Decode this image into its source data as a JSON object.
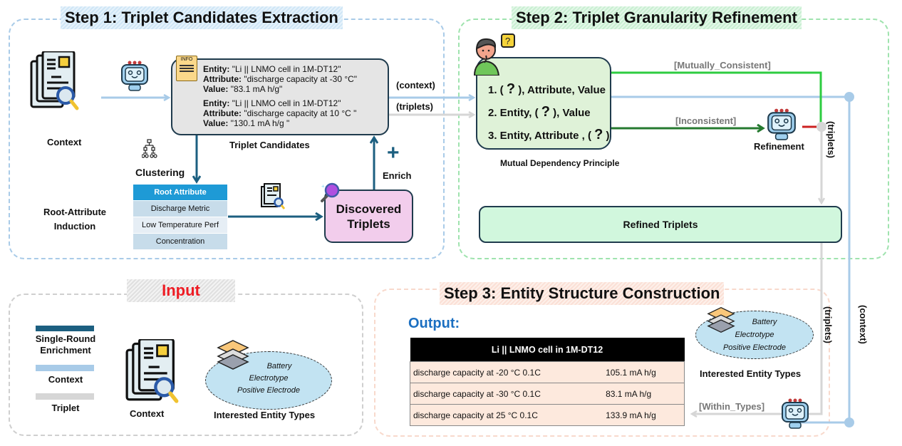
{
  "step1": {
    "title": "Step 1: Triplet Candidates Extraction",
    "context_label": "Context",
    "candidates_label": "Triplet Candidates",
    "info_badge": "INFO",
    "candidates": [
      {
        "entity_key": "Entity:",
        "entity": "\"Li || LNMO cell in 1M-DT12\"",
        "attribute_key": "Attribute:",
        "attribute": "\"discharge capacity at -30 °C\"",
        "value_key": "Value:",
        "value": "\"83.1 mA h/g\""
      },
      {
        "entity_key": "Entity:",
        "entity": "\"Li || LNMO cell in 1M-DT12\"",
        "attribute_key": "Attribute:",
        "attribute": "\"discharge capacity at 10 °C \"",
        "value_key": "Value:",
        "value": "\"130.1 mA h/g \""
      }
    ],
    "clustering_label": "Clustering",
    "root_induction_label_1": "Root-Attribute",
    "root_induction_label_2": "Induction",
    "root_table": {
      "header": "Root Attribute",
      "rows": [
        "Discharge Metric",
        "Low Temperature Perf",
        "Concentration"
      ]
    },
    "discovered_label_1": "Discovered",
    "discovered_label_2": "Triplets",
    "enrich_label": "Enrich",
    "plus_sign": "+"
  },
  "flow_labels": {
    "context": "(context)",
    "triplets": "(triplets)"
  },
  "step2": {
    "title": "Step 2: Triplet Granularity Refinement",
    "principles": [
      {
        "pre": "1. ( ",
        "q": "?",
        "post": " ), Attribute, Value"
      },
      {
        "pre": "2. Entity, ( ",
        "q": "?",
        "post": " ), Value"
      },
      {
        "pre": "3. Entity, Attribute , ( ",
        "q": "?",
        "post": " )"
      }
    ],
    "principle_label": "Mutual Dependency Principle",
    "consistent_label": "[Mutually_Consistent]",
    "inconsistent_label": "[Inconsistent]",
    "refinement_label": "Refinement",
    "refined_label": "Refined Triplets",
    "thought_mark": "?"
  },
  "input": {
    "title": "Input",
    "legend": [
      {
        "label_1": "Single-Round",
        "label_2": "Enrichment",
        "color": "#1c5f80"
      },
      {
        "label_1": "Context",
        "label_2": "",
        "color": "#a8cbe8"
      },
      {
        "label_1": "Triplet",
        "label_2": "",
        "color": "#d6d6d6"
      }
    ],
    "context_label": "Context",
    "entity_types": [
      "Battery",
      "Electrotype",
      "Positive Electrode"
    ],
    "entity_types_label": "Interested Entity Types"
  },
  "step3": {
    "title": "Step 3: Entity Structure Construction",
    "output_label": "Output:",
    "table": {
      "header": "Li || LNMO cell in 1M-DT12",
      "rows": [
        {
          "attribute": "discharge capacity at -20 °C  0.1C",
          "value": "105.1 mA h/g"
        },
        {
          "attribute": "discharge capacity at -30 °C 0.1C",
          "value": "83.1 mA h/g"
        },
        {
          "attribute": "discharge capacity at 25 °C 0.1C",
          "value": "133.9 mA h/g"
        }
      ]
    },
    "entity_types": [
      "Battery",
      "Electrotype",
      "Positive Electrode"
    ],
    "entity_types_label": "Interested Entity Types",
    "within_types_label": "[Within_Types]"
  },
  "colors": {
    "context_line": "#a8cbe8",
    "triplet_line": "#d6d6d6",
    "enrich_line": "#1c5f80",
    "consistent_line": "#2ecc40",
    "inconsistent_line": "#257a2f",
    "input_title": "#ee1c24",
    "output_title": "#1b6fc1"
  }
}
